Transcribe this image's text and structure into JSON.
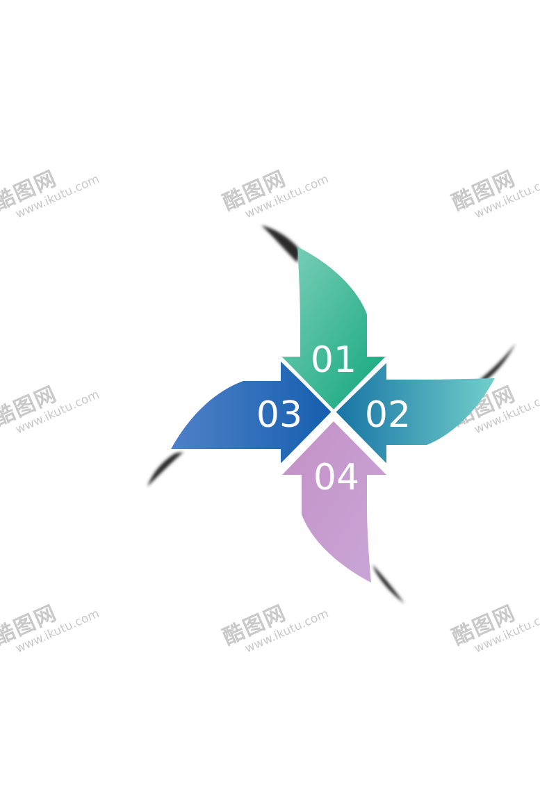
{
  "diagram": {
    "type": "pinwheel-four-arrows",
    "blades": [
      {
        "label": "01",
        "color_start": "#7fd0bb",
        "color_end": "#0fa67a"
      },
      {
        "label": "02",
        "color_start": "#1673a4",
        "color_end": "#72cfcb"
      },
      {
        "label": "03",
        "color_start": "#4f80c8",
        "color_end": "#145fae"
      },
      {
        "label": "04",
        "color_start": "#c490c6",
        "color_end": "#c9a7d8"
      }
    ],
    "shadow_color": "#2b2b2b"
  },
  "watermark": {
    "logo_text": "酷图网",
    "url_text": "www.ikutu.com",
    "color": "#c9c9c9"
  }
}
